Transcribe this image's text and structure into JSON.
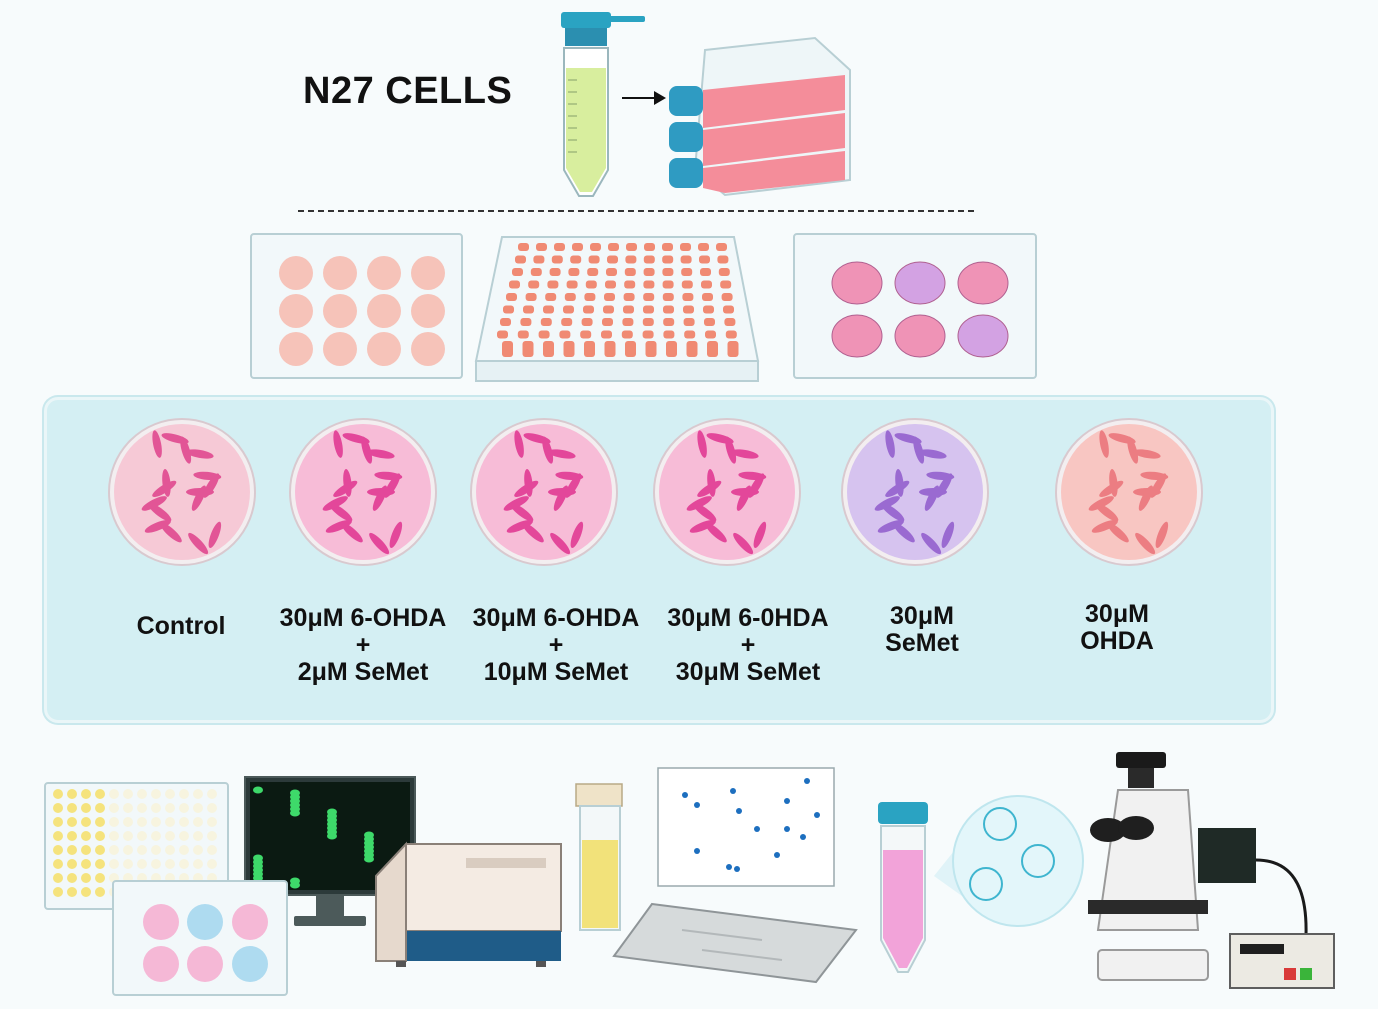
{
  "header": {
    "title": "N27 CELLS"
  },
  "treatments": [
    {
      "lines": [
        "Control"
      ],
      "dish_color": "#f6c9d6",
      "cell_color": "#e25596"
    },
    {
      "lines": [
        "30μM 6-OHDA",
        "+",
        "2μM SeMet"
      ],
      "dish_color": "#f7bcd7",
      "cell_color": "#e3479a"
    },
    {
      "lines": [
        "30μM 6-OHDA",
        "+",
        "10μM SeMet"
      ],
      "dish_color": "#f7bcd7",
      "cell_color": "#e3479a"
    },
    {
      "lines": [
        "30μM 6-0HDA",
        "+",
        "30μM SeMet"
      ],
      "dish_color": "#f7bcd7",
      "cell_color": "#e3479a"
    },
    {
      "lines": [
        "30μM",
        "SeMet"
      ],
      "dish_color": "#d6c3ef",
      "cell_color": "#9a6ad1"
    },
    {
      "lines": [
        "30μM",
        "OHDA"
      ],
      "dish_color": "#f8c6c2",
      "cell_color": "#ec7d82"
    }
  ],
  "plates": {
    "twelve_well_color": "#f6c3b9",
    "ninetysix_well_color": "#f08a73",
    "six_well_colors": [
      "#ef93b6",
      "#d3a2e3",
      "#ef93b6",
      "#ef93b6",
      "#ef93b6",
      "#d3a2e3"
    ]
  },
  "icons": [
    "centrifuge-tube-icon",
    "culture-flask-stack-icon",
    "twelve-well-plate-icon",
    "ninety-six-well-plate-icon",
    "six-well-plate-icon",
    "microplate-assay-icon",
    "fluorescence-monitor-icon",
    "plate-reader-icon",
    "cuvette-icon",
    "scatter-plot-icon",
    "gel-slide-icon",
    "sample-tube-icon",
    "virus-magnifier-icon",
    "microscope-icon"
  ]
}
